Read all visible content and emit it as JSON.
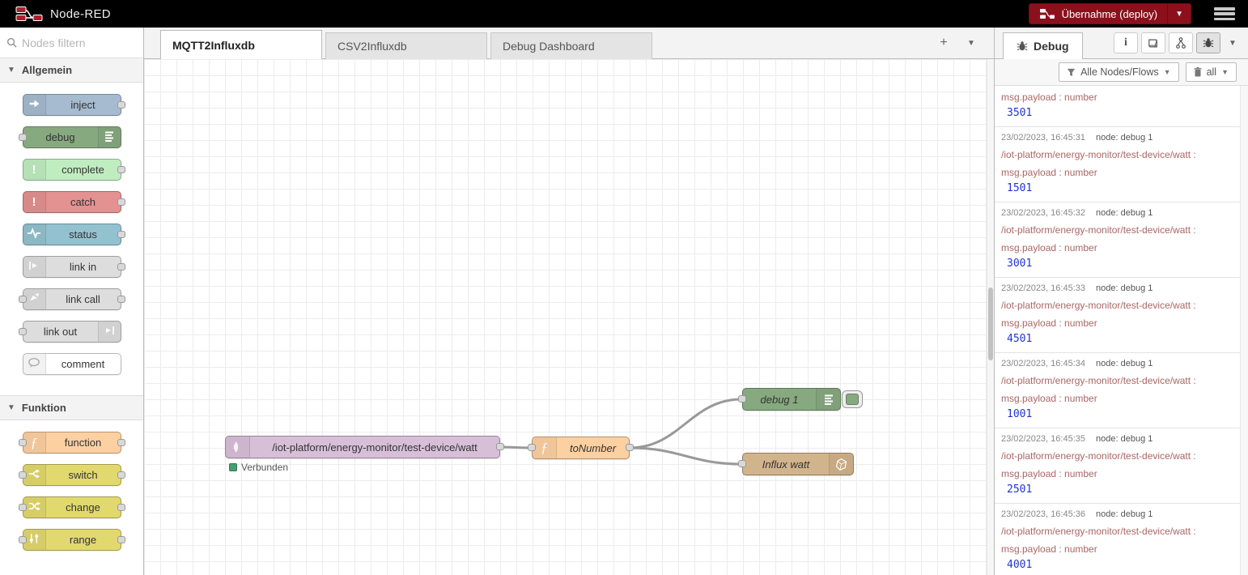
{
  "header": {
    "app_name": "Node-RED",
    "deploy_label": "Übernahme (deploy)"
  },
  "colors": {
    "deploy_button": "#8c101c",
    "mqtt_node": "#d8bfd8",
    "function_node": "#fdd0a2",
    "debug_node": "#87a980",
    "influx_node": "#d2b48c",
    "connected_dot": "#44a06e",
    "debug_topic_text": "#aa6666",
    "debug_value_text": "#2033d2",
    "wire": "#999999"
  },
  "palette": {
    "search_placeholder": "Nodes filtern",
    "categories": [
      {
        "label": "Allgemein",
        "nodes": [
          {
            "label": "inject",
            "color": "#a6bbcf",
            "icon": "inject-icon",
            "icon_side": "left",
            "ports": "right"
          },
          {
            "label": "debug",
            "color": "#87a980",
            "icon": "debug-icon",
            "icon_side": "right",
            "ports": "left"
          },
          {
            "label": "complete",
            "color": "#c0edc0",
            "icon": "exclamation-icon",
            "icon_side": "left",
            "ports": "right"
          },
          {
            "label": "catch",
            "color": "#e49191",
            "icon": "exclamation-icon",
            "icon_side": "left",
            "ports": "right"
          },
          {
            "label": "status",
            "color": "#94c1d0",
            "icon": "status-icon",
            "icon_side": "left",
            "ports": "right"
          },
          {
            "label": "link in",
            "color": "#dddddd",
            "icon": "link-in-icon",
            "icon_side": "left",
            "ports": "right"
          },
          {
            "label": "link call",
            "color": "#dddddd",
            "icon": "link-call-icon",
            "icon_side": "left",
            "ports": "both"
          },
          {
            "label": "link out",
            "color": "#dddddd",
            "icon": "link-out-icon",
            "icon_side": "right",
            "ports": "left"
          },
          {
            "label": "comment",
            "color": "#ffffff",
            "icon": "comment-icon",
            "icon_side": "left",
            "ports": "none"
          }
        ]
      },
      {
        "label": "Funktion",
        "nodes": [
          {
            "label": "function",
            "color": "#fdd0a2",
            "icon": "function-icon",
            "icon_side": "left",
            "ports": "both"
          },
          {
            "label": "switch",
            "color": "#e2d96e",
            "icon": "switch-icon",
            "icon_side": "left",
            "ports": "both"
          },
          {
            "label": "change",
            "color": "#e2d96e",
            "icon": "change-icon",
            "icon_side": "left",
            "ports": "both"
          },
          {
            "label": "range",
            "color": "#e2d96e",
            "icon": "range-icon",
            "icon_side": "left",
            "ports": "both"
          }
        ]
      }
    ]
  },
  "tabs": {
    "items": [
      {
        "label": "MQTT2Influxdb",
        "active": true
      },
      {
        "label": "CSV2Influxdb",
        "active": false
      },
      {
        "label": "Debug Dashboard",
        "active": false
      }
    ],
    "add_button": "+"
  },
  "canvas": {
    "nodes": [
      {
        "id": "mqtt-in",
        "label": "/iot-platform/energy-monitor/test-device/watt",
        "status": "Verbunden"
      },
      {
        "id": "to-number",
        "label": "toNumber"
      },
      {
        "id": "debug-1",
        "label": "debug 1"
      },
      {
        "id": "influx-watt",
        "label": "Influx watt"
      }
    ]
  },
  "debug_panel": {
    "tab_label": "Debug",
    "filter_label": "Alle Nodes/Flows",
    "clear_label": "all",
    "messages": [
      {
        "payload_label": "msg.payload : number",
        "value": "3501"
      },
      {
        "time": "23/02/2023, 16:45:31",
        "node_label": "node: debug 1",
        "topic": "/iot-platform/energy-monitor/test-device/watt :",
        "payload_label": "msg.payload : number",
        "value": "1501"
      },
      {
        "time": "23/02/2023, 16:45:32",
        "node_label": "node: debug 1",
        "topic": "/iot-platform/energy-monitor/test-device/watt :",
        "payload_label": "msg.payload : number",
        "value": "3001"
      },
      {
        "time": "23/02/2023, 16:45:33",
        "node_label": "node: debug 1",
        "topic": "/iot-platform/energy-monitor/test-device/watt :",
        "payload_label": "msg.payload : number",
        "value": "4501"
      },
      {
        "time": "23/02/2023, 16:45:34",
        "node_label": "node: debug 1",
        "topic": "/iot-platform/energy-monitor/test-device/watt :",
        "payload_label": "msg.payload : number",
        "value": "1001"
      },
      {
        "time": "23/02/2023, 16:45:35",
        "node_label": "node: debug 1",
        "topic": "/iot-platform/energy-monitor/test-device/watt :",
        "payload_label": "msg.payload : number",
        "value": "2501"
      },
      {
        "time": "23/02/2023, 16:45:36",
        "node_label": "node: debug 1",
        "topic": "/iot-platform/energy-monitor/test-device/watt :",
        "payload_label": "msg.payload : number",
        "value": "4001"
      }
    ]
  }
}
